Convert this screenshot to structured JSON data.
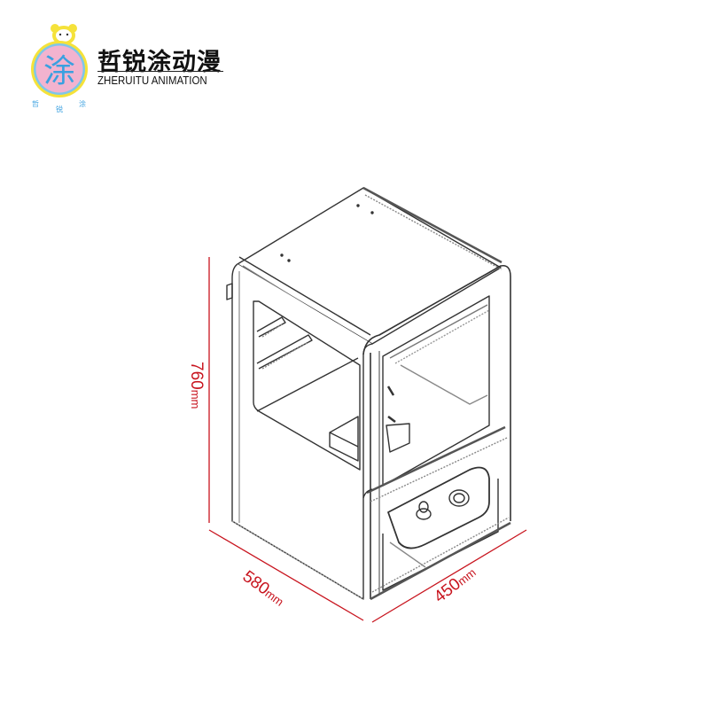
{
  "brand": {
    "name_cn": "哲锐涂动漫",
    "name_en": "ZHERUITU ANIMATION",
    "logo_glyph": "涂",
    "logo_ring_chars": [
      "哲",
      "锐",
      "涂"
    ],
    "colors": {
      "ring_outer": "#f5e23a",
      "ring_inner": "#7ec6ea",
      "disc": "#f2b3cf",
      "glyph": "#3aa0e0"
    }
  },
  "product": {
    "description": "Claw machine cabinet line drawing (isometric)"
  },
  "dimensions": {
    "height": {
      "value": "760",
      "unit": "mm"
    },
    "depth": {
      "value": "580",
      "unit": "mm"
    },
    "width": {
      "value": "450",
      "unit": "mm"
    },
    "line_color": "#c8141e"
  }
}
